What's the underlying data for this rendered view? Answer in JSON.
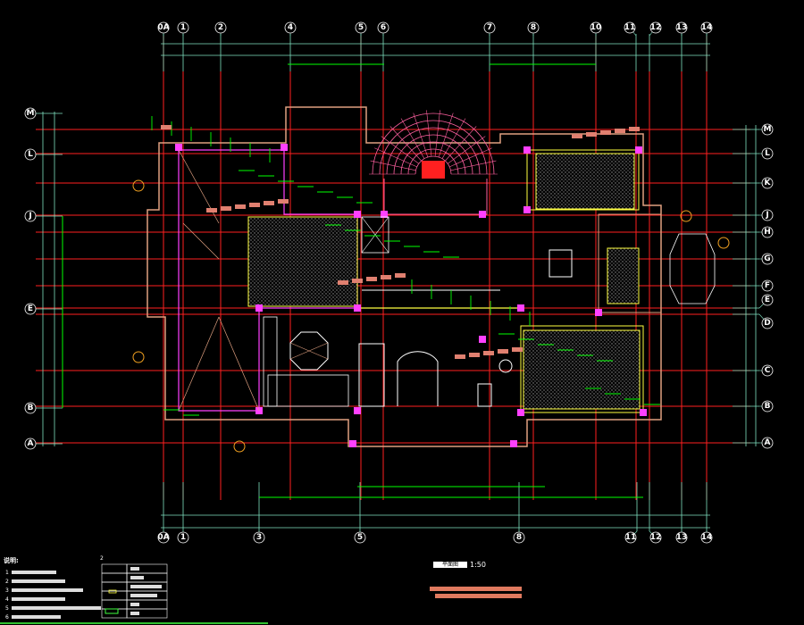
{
  "drawing": {
    "type": "architectural floor plan (CAD)",
    "scale": "1:50",
    "title": "平面图",
    "notes_heading": "说明:",
    "note_numbers": [
      "1",
      "2",
      "3",
      "4",
      "5",
      "6"
    ],
    "legend_number": "2"
  },
  "axes": {
    "top": [
      "0A",
      "1",
      "2",
      "4",
      "5",
      "6",
      "7",
      "8",
      "10",
      "11",
      "12",
      "13",
      "14"
    ],
    "bottom": [
      "0A",
      "1",
      "3",
      "5",
      "8",
      "11",
      "12",
      "13",
      "14"
    ],
    "left": [
      "M",
      "L",
      "J",
      "E",
      "B",
      "A"
    ],
    "right": [
      "M",
      "L",
      "K",
      "J",
      "H",
      "G",
      "F",
      "E",
      "D",
      "C",
      "B",
      "A"
    ]
  },
  "colors": {
    "background": "#000000",
    "axis_line": "#ff2020",
    "dimension_line": "#7fe0c0",
    "wall": "#ffff40",
    "outer_wall": "#e0a080",
    "column": "#ff40ff",
    "annotation": "#00ff00",
    "hatch": "#9a9a9a",
    "stair": "#ff60a0",
    "furniture": "#ffffff",
    "title_bar": "#e07a5f"
  }
}
